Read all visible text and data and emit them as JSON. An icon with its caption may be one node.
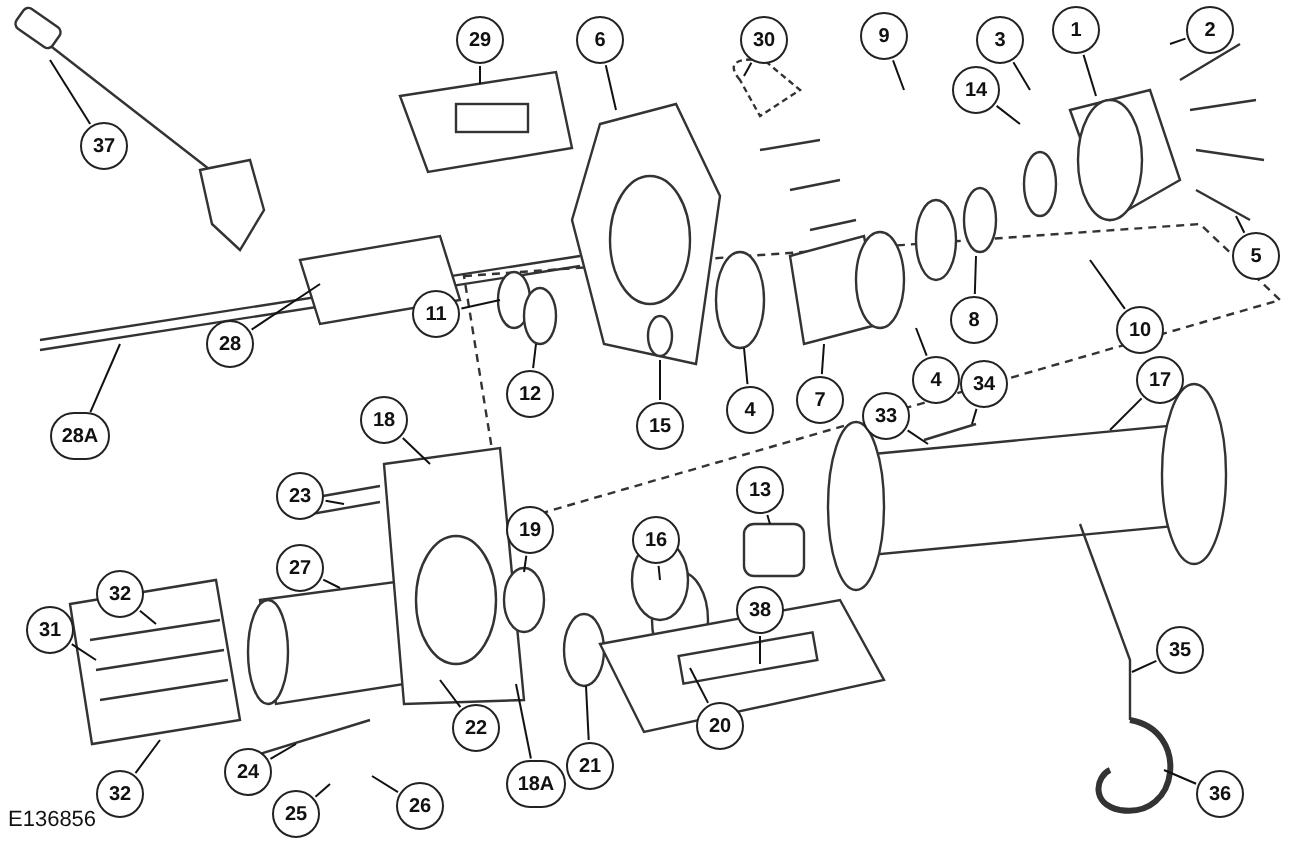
{
  "diagram": {
    "nodes": [
      {
        "text": [
          "37"
        ]
      },
      {
        "text": [
          "29"
        ]
      },
      {
        "text": [
          "6"
        ]
      },
      {
        "text": [
          "30"
        ]
      },
      {
        "text": [
          "9"
        ]
      },
      {
        "text": [
          "3"
        ]
      },
      {
        "text": [
          "1"
        ]
      },
      {
        "text": [
          "2"
        ]
      },
      {
        "text": [
          "14"
        ]
      },
      {
        "text": [
          "5"
        ]
      },
      {
        "text": [
          "10"
        ]
      },
      {
        "text": [
          "8"
        ]
      },
      {
        "text": [
          "11"
        ]
      },
      {
        "text": [
          "4"
        ]
      },
      {
        "text": [
          "7"
        ]
      },
      {
        "text": [
          "4"
        ]
      },
      {
        "text": [
          "15"
        ]
      },
      {
        "text": [
          "12"
        ]
      },
      {
        "text": [
          "28"
        ]
      },
      {
        "text": [
          "28A"
        ]
      },
      {
        "text": [
          "33"
        ]
      },
      {
        "text": [
          "34"
        ]
      },
      {
        "text": [
          "17"
        ]
      },
      {
        "text": [
          "18"
        ]
      },
      {
        "text": [
          "13"
        ]
      },
      {
        "text": [
          "23"
        ]
      },
      {
        "text": [
          "16"
        ]
      },
      {
        "text": [
          "19"
        ]
      },
      {
        "text": [
          "27"
        ]
      },
      {
        "text": [
          "32"
        ]
      },
      {
        "text": [
          "31"
        ]
      },
      {
        "text": [
          "35"
        ]
      },
      {
        "text": [
          "38"
        ]
      },
      {
        "text": [
          "20"
        ]
      },
      {
        "text": [
          "22"
        ]
      },
      {
        "text": [
          "21"
        ]
      },
      {
        "text": [
          "18A"
        ]
      },
      {
        "text": [
          "24"
        ]
      },
      {
        "text": [
          "26"
        ]
      },
      {
        "text": [
          "25"
        ]
      },
      {
        "text": [
          "32"
        ]
      },
      {
        "text": [
          "36"
        ]
      }
    ],
    "edges": [
      {
        "from": 0,
        "to": null,
        "arrow": "none"
      },
      {
        "from": 1,
        "to": null,
        "arrow": "none"
      },
      {
        "from": 2,
        "to": null,
        "arrow": "none"
      },
      {
        "from": 3,
        "to": null,
        "arrow": "none"
      },
      {
        "from": 4,
        "to": null,
        "arrow": "none"
      },
      {
        "from": 5,
        "to": null,
        "arrow": "none"
      },
      {
        "from": 6,
        "to": null,
        "arrow": "none"
      },
      {
        "from": 7,
        "to": null,
        "arrow": "none"
      },
      {
        "from": 8,
        "to": null,
        "arrow": "none"
      },
      {
        "from": 9,
        "to": null,
        "arrow": "none"
      },
      {
        "from": 10,
        "to": null,
        "arrow": "none"
      },
      {
        "from": 11,
        "to": null,
        "arrow": "none"
      },
      {
        "from": 12,
        "to": null,
        "arrow": "none"
      },
      {
        "from": 13,
        "to": null,
        "arrow": "none"
      },
      {
        "from": 14,
        "to": null,
        "arrow": "none"
      },
      {
        "from": 15,
        "to": null,
        "arrow": "none"
      },
      {
        "from": 16,
        "to": null,
        "arrow": "none"
      },
      {
        "from": 17,
        "to": null,
        "arrow": "none"
      },
      {
        "from": 18,
        "to": null,
        "arrow": "none"
      },
      {
        "from": 19,
        "to": null,
        "arrow": "none"
      },
      {
        "from": 20,
        "to": null,
        "arrow": "none"
      },
      {
        "from": 21,
        "to": null,
        "arrow": "none"
      },
      {
        "from": 22,
        "to": null,
        "arrow": "none"
      },
      {
        "from": 23,
        "to": null,
        "arrow": "none"
      },
      {
        "from": 24,
        "to": null,
        "arrow": "none"
      },
      {
        "from": 25,
        "to": null,
        "arrow": "none"
      },
      {
        "from": 26,
        "to": null,
        "arrow": "none"
      },
      {
        "from": 27,
        "to": null,
        "arrow": "none"
      },
      {
        "from": 28,
        "to": null,
        "arrow": "none"
      },
      {
        "from": 29,
        "to": null,
        "arrow": "none"
      },
      {
        "from": 30,
        "to": null,
        "arrow": "none"
      },
      {
        "from": 31,
        "to": null,
        "arrow": "none"
      },
      {
        "from": 32,
        "to": null,
        "arrow": "none"
      },
      {
        "from": 33,
        "to": null,
        "arrow": "none"
      },
      {
        "from": 34,
        "to": null,
        "arrow": "none"
      },
      {
        "from": 35,
        "to": null,
        "arrow": "none"
      },
      {
        "from": 36,
        "to": null,
        "arrow": "none"
      },
      {
        "from": 37,
        "to": null,
        "arrow": "none"
      },
      {
        "from": 38,
        "to": null,
        "arrow": "none"
      },
      {
        "from": 39,
        "to": null,
        "arrow": "none"
      },
      {
        "from": 40,
        "to": null,
        "arrow": "none"
      },
      {
        "from": 41,
        "to": null,
        "arrow": "none"
      }
    ],
    "labels": [
      "E136856"
    ]
  }
}
